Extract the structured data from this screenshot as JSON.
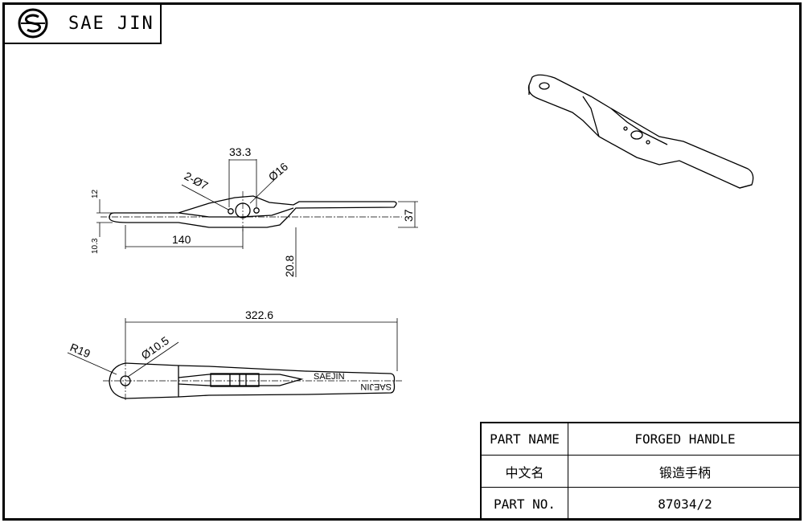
{
  "header": {
    "brand": "SAE JIN",
    "logo_icon": "sae-jin-logo-icon"
  },
  "side_view": {
    "dim_top_width": "33.3",
    "dim_holes": "2-Ø7",
    "dim_center_hole": "Ø16",
    "dim_left_upper": "12",
    "dim_left_lower": "10.3",
    "dim_length": "140",
    "dim_height": "37",
    "dim_offset": "20.8"
  },
  "plan_view": {
    "dim_total_length": "322.6",
    "dim_radius": "R19",
    "dim_eye_hole": "Ø10.5",
    "engraving_top": "SAEJIN",
    "engraving_bottom": "SAEJIN"
  },
  "title_block": {
    "rows": [
      {
        "label": "PART NAME",
        "value": "FORGED HANDLE"
      },
      {
        "label": "中文名",
        "value": "锻造手柄"
      },
      {
        "label": "PART NO.",
        "value": "87034/2"
      }
    ]
  }
}
